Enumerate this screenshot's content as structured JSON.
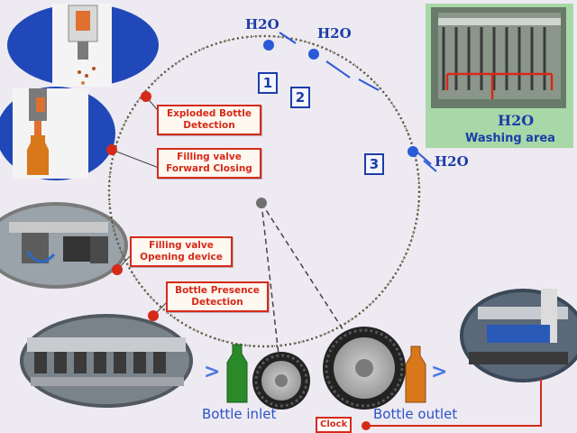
{
  "labels": {
    "exploded_bottle_detection": "Exploded Bottle Detection",
    "filling_valve_forward_closing": "Filling valve Forward Closing",
    "filling_valve_opening_device": "Filling valve Opening device",
    "bottle_presence_detection": "Bottle Presence Detection"
  },
  "h2o": {
    "label": "H2O"
  },
  "steps": [
    "1",
    "2",
    "3"
  ],
  "washing_area": {
    "h2o": "H2O",
    "label": "Washing area"
  },
  "bottle_inlet": "Bottle inlet",
  "bottle_outlet": "Bottle outlet",
  "clock": "Clock",
  "arrow_glyph": ">",
  "colors": {
    "background": "#eeeaf2",
    "marker_red": "#d62a18",
    "marker_blue": "#2a5ad8",
    "label_blue": "#1b3ea8",
    "bottle_green": "#2a8a2a",
    "bottle_orange": "#d8781a",
    "washing_bg": "#a8d8a8"
  }
}
